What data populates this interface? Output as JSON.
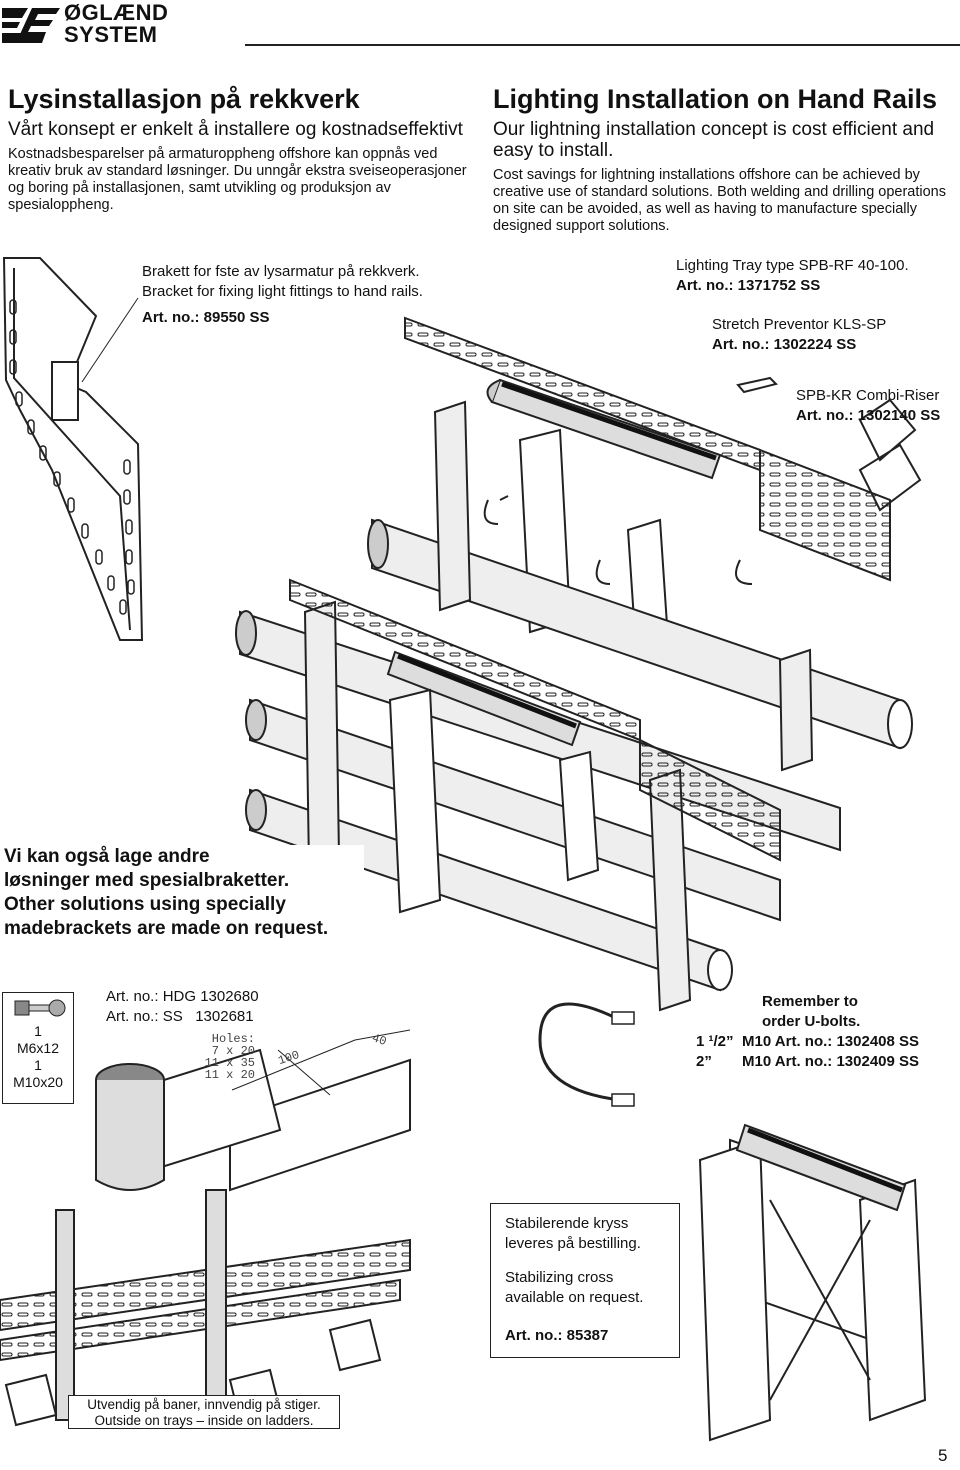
{
  "header": {
    "brand_line1": "ØGLÆND",
    "brand_line2": "SYSTEM"
  },
  "left_intro": {
    "title": "Lysinstallasjon på rekkverk",
    "subtitle": "Vårt konsept er enkelt å installere og kostnadseffektivt",
    "body": "Kostnadsbesparelser på armaturoppheng offshore kan oppnås ved kreativ bruk av standard løsninger. Du unngår ekstra sveiseoperasjoner og boring på installasjonen, samt utvikling og produksjon av spesialoppheng."
  },
  "right_intro": {
    "title": "Lighting Installation on Hand Rails",
    "subtitle": "Our lightning installation concept is cost efficient and easy to install.",
    "body": "Cost savings for lightning installations offshore can be achieved by creative use of standard solutions. Both welding and drilling operations on site can be avoided, as well as having to manufacture specially designed support solutions."
  },
  "bracket": {
    "line1": "Brakett for fste av lysarmatur på rekkverk.",
    "line2": "Bracket for fixing light fittings to hand rails.",
    "artno": "Art. no.: 89550 SS"
  },
  "tray": {
    "name": "Lighting Tray type SPB-RF 40-100.",
    "artno": "Art. no.: 1371752 SS"
  },
  "preventor": {
    "name": "Stretch Preventor KLS-SP",
    "artno": "Art. no.: 1302224 SS"
  },
  "riser": {
    "name": "SPB-KR Combi-Riser",
    "artno": "Art. no.: 1302140 SS"
  },
  "special": {
    "line1": "Vi kan også lage andre",
    "line2": "løsninger med spesialbraketter.",
    "line3": "Other solutions using specially",
    "line4": "madebrackets are made on request."
  },
  "parts_box": {
    "qty1": "1",
    "size1": "M6x12",
    "qty2": "1",
    "size2": "M10x20"
  },
  "hdg": {
    "line1": "Art. no.: HDG 1302680",
    "line2": "Art. no.: SS   1302681"
  },
  "holes": {
    "title": "Holes:",
    "h1": "7 x 20",
    "h2": "11 x 35",
    "h3": "11 x 20"
  },
  "dims": {
    "d100": "100",
    "d40": "40"
  },
  "ubolts": {
    "line1": "Remember to",
    "line2": "order U-bolts.",
    "row1_size": "1 ¹/2”",
    "row1": "M10 Art. no.: 1302408 SS",
    "row2_size": "2”",
    "row2": "M10 Art. no.: 1302409 SS"
  },
  "stabil": {
    "no": "Stabilerende kryss leveres på bestilling.",
    "en": "Stabilizing cross available on request.",
    "artno": "Art. no.: 85387"
  },
  "outside": {
    "line1": "Utvendig på baner, innvendig på stiger.",
    "line2": "Outside on trays – inside on ladders."
  },
  "page_number": "5"
}
